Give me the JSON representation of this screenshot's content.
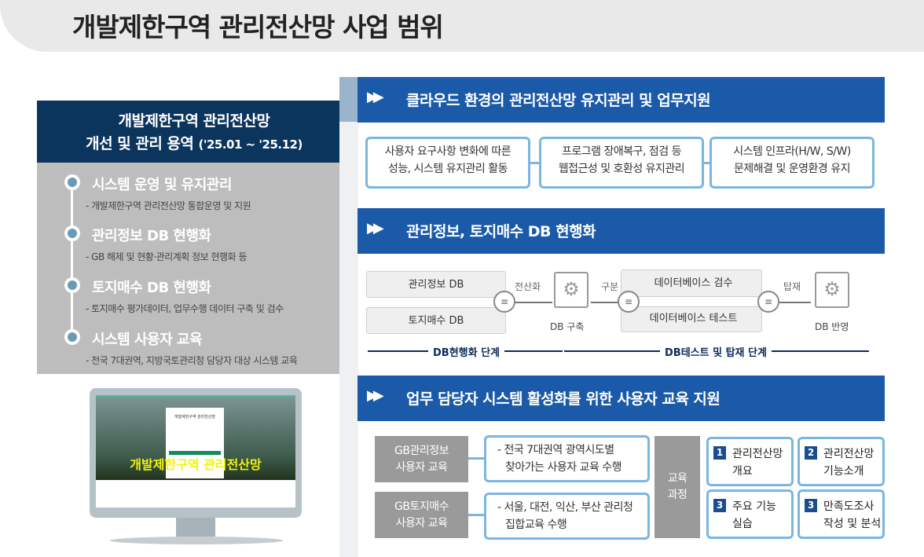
{
  "page_title": "개발제한구역 관리전산망 사업 범위",
  "left_panel": {
    "header_line1": "개발제한구역 관리전산망",
    "header_line2": "개선 및 관리 용역",
    "period": "('25.01 ~ '25.12)",
    "items": [
      {
        "title": "시스템 운영 및 유지관리",
        "desc": "- 개발제한구역 관리전산망 통합운영 및 지원"
      },
      {
        "title": "관리정보 DB 현행화",
        "desc": "- GB 해제 및 현황·관리계획 정보 현행화 등"
      },
      {
        "title": "토지매수 DB 현행화",
        "desc": "- 토지매수 평가데이터, 업무수행 데이터 구축 및 검수"
      },
      {
        "title": "시스템 사용자 교육",
        "desc": "- 전국 7대권역, 지방국토관리청 담당자 대상 시스템 교육"
      }
    ],
    "monitor_caption": "개발제한구역 관리전산망",
    "monitor_login_title": "개발제한구역 관리전산망"
  },
  "sections": [
    {
      "title": "클라우드 환경의 관리전산망 유지관리 및 업무지원",
      "boxes": [
        {
          "line1": "사용자 요구사항 변화에 따른",
          "line2": "성능, 시스템 유지관리 활동"
        },
        {
          "line1": "프로그램 장애복구, 점검 등",
          "line2": "웹접근성 및 호환성 유지관리"
        },
        {
          "line1": "시스템 인프라(H/W, S/W)",
          "line2": "문제해결 및 운영환경 유지"
        }
      ]
    },
    {
      "title": "관리정보, 토지매수 DB 현행화",
      "flow": {
        "inputs": [
          "관리정보 DB",
          "토지매수 DB"
        ],
        "step1_label": "전산화",
        "step1_node": "DB 구축",
        "step2_label": "구분",
        "checks": [
          "데이터베이스 검수",
          "데이터베이스 테스트"
        ],
        "step3_label": "탑재",
        "step3_node": "DB 반영",
        "stage1": "DB현행화 단계",
        "stage2": "DB테스트 및 탑재 단계"
      }
    },
    {
      "title": "업무 담당자 시스템 활성화를 위한 사용자 교육 지원",
      "education": [
        {
          "name_line1": "GB관리정보",
          "name_line2": "사용자 교육",
          "desc_line1": "- 전국 7대권역 광역시도별",
          "desc_line2": "찾아가는 사용자 교육 수행"
        },
        {
          "name_line1": "GB토지매수",
          "name_line2": "사용자 교육",
          "desc_line1": "- 서울, 대전, 익산, 부산 관리청",
          "desc_line2": "집합교육 수행"
        }
      ],
      "course_label_line1": "교육",
      "course_label_line2": "과정",
      "courses": [
        {
          "num": "1",
          "line1": "관리전산망",
          "line2": "개요"
        },
        {
          "num": "2",
          "line1": "관리전산망",
          "line2": "기능소개"
        },
        {
          "num": "3",
          "line1": "주요 기능",
          "line2": "실습"
        },
        {
          "num": "3",
          "line1": "만족도조사",
          "line2": "작성 및 분석"
        }
      ]
    }
  ],
  "colors": {
    "navy": "#0c355e",
    "blue_bar": "#1b5aa8",
    "box_border": "#7bb6df",
    "timeline_dot": "#6a9bb2",
    "caption_yellow": "#f2f20a"
  }
}
